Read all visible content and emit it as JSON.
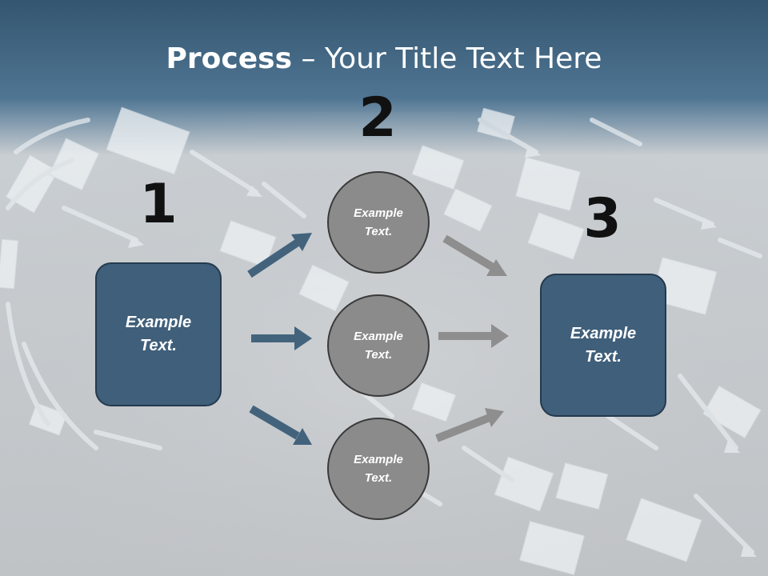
{
  "slide": {
    "title_bold": "Process",
    "title_rest": " – Your Title Text Here",
    "steps": [
      "1",
      "2",
      "3"
    ],
    "left_box": {
      "line1": "Example",
      "line2": "Text."
    },
    "right_box": {
      "line1": "Example",
      "line2": "Text."
    },
    "circles": [
      {
        "line1": "Example",
        "line2": "Text."
      },
      {
        "line1": "Example",
        "line2": "Text."
      },
      {
        "line1": "Example",
        "line2": "Text."
      }
    ]
  },
  "colors": {
    "header_band": "#3d6480",
    "background": "#c4c8cb",
    "box_fill": "#3f5f7a",
    "circle_fill": "#8b8b8b",
    "blue_arrow": "#43637d",
    "gray_arrow": "#8e8e8e"
  }
}
